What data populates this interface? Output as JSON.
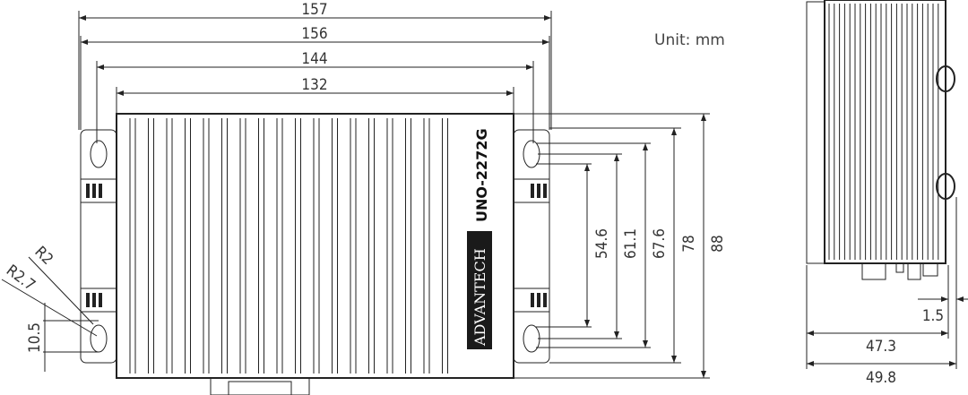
{
  "unit_label": "Unit: mm",
  "front_view": {
    "width_dims": [
      "157",
      "156",
      "144",
      "132"
    ],
    "height_dims": [
      "54.6",
      "61.1",
      "67.6",
      "78",
      "88"
    ],
    "radius_dims": [
      "R2",
      "R2.7"
    ],
    "hole_dim": "10.5",
    "brand_label": "ADVANTECH",
    "model_label": "UNO-2272G"
  },
  "side_view": {
    "depth_dims": [
      "1.5",
      "47.3",
      "49.8"
    ]
  },
  "colors": {
    "line": "#222222",
    "label_bg": "#1a1a1a",
    "text": "#333333"
  }
}
